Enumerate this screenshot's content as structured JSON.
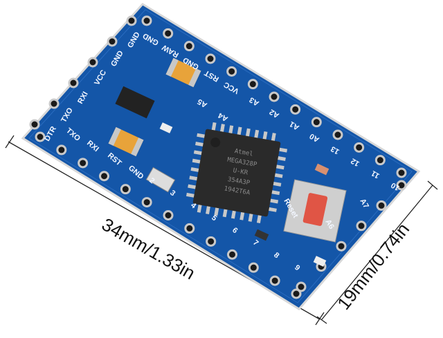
{
  "dimensions": {
    "length": "34mm/1.33in",
    "width": "19mm/0.74in"
  },
  "chip": {
    "lines": [
      "Atmel",
      "MEGA328P",
      "U-KR",
      "354A3P",
      "1942T6A"
    ]
  },
  "pin_labels_top": [
    "GND",
    "RAW",
    "GND",
    "RST",
    "VCC",
    "A3",
    "A2",
    "A1",
    "A0",
    "13",
    "12",
    "11",
    "10"
  ],
  "pin_labels_bottom": [
    "TXO",
    "RXI",
    "RST",
    "GND",
    "2",
    "3",
    "4",
    "5",
    "6",
    "7",
    "8",
    "9"
  ],
  "pin_labels_left": [
    "DTR",
    "TXO",
    "RXI",
    "VCC",
    "GND",
    "GND"
  ],
  "pin_labels_inner": [
    "A5",
    "A4",
    "A6",
    "A7"
  ],
  "reset_label": "Reset",
  "colors": {
    "board": "#1456a8",
    "chip": "#2a2a2a",
    "button": "#e05545",
    "capacitor": "#e8a33a"
  }
}
